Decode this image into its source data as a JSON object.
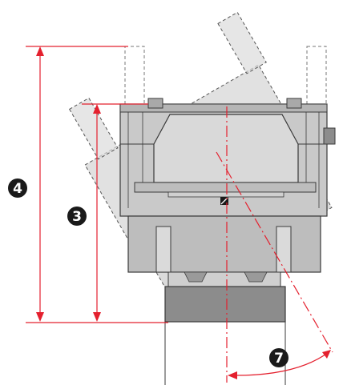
{
  "colors": {
    "dimension": "#e4202e",
    "outline": "#3a3a3a",
    "body_fill": "#c8c8c8",
    "body_shade": "#a9a9a9",
    "dark_fill": "#8c8c8c",
    "callout_fill": "#1a1a1a"
  },
  "callouts": [
    {
      "id": "total-height",
      "label": "4"
    },
    {
      "id": "height-to-reference",
      "label": "3"
    },
    {
      "id": "tilt-angle",
      "label": "7"
    }
  ],
  "icons": [
    "hinge-marker-icon"
  ]
}
